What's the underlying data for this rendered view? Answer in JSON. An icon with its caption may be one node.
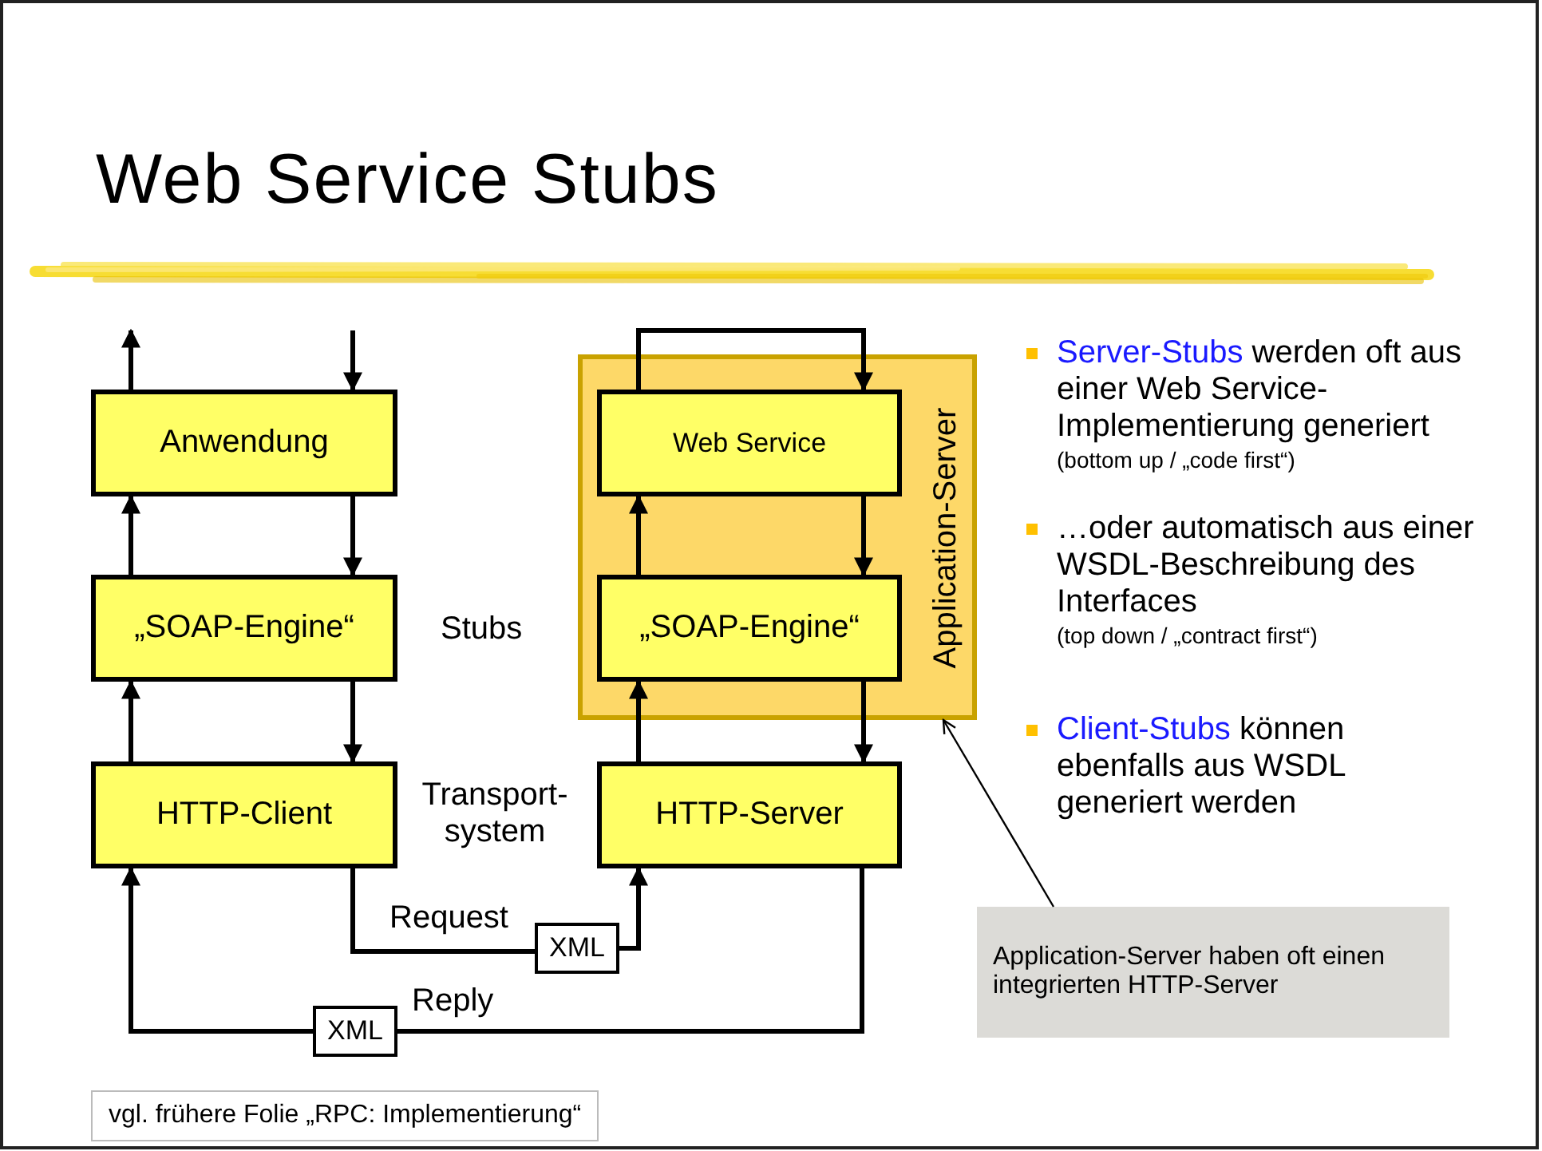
{
  "diagram": {
    "title": "Web Service Stubs",
    "nodes": [
      {
        "text": [
          "Anwendung"
        ]
      },
      {
        "text": [
          "„SOAP-Engine“"
        ]
      },
      {
        "text": [
          "HTTP-Client"
        ]
      },
      {
        "text": [
          "Application-Server"
        ]
      },
      {
        "text": [
          "Web Service"
        ],
        "in": 3
      },
      {
        "text": [
          "„SOAP-Engine“"
        ],
        "in": 3
      },
      {
        "text": [
          "HTTP-Server"
        ]
      },
      {
        "text": [
          "XML"
        ]
      },
      {
        "text": [
          "XML"
        ]
      },
      {
        "text": [
          "Application-Server haben oft einen integrierten HTTP-Server"
        ]
      }
    ],
    "edges": [
      {
        "from": 0,
        "to": null,
        "arrow": "to"
      },
      {
        "from": null,
        "to": 0,
        "arrow": "to"
      },
      {
        "from": 1,
        "to": 0,
        "arrow": "to"
      },
      {
        "from": 0,
        "to": 1,
        "arrow": "to"
      },
      {
        "from": 2,
        "to": 1,
        "arrow": "to"
      },
      {
        "from": 1,
        "to": 2,
        "arrow": "to"
      },
      {
        "from": 4,
        "to": 4,
        "arrow": "to"
      },
      {
        "from": 5,
        "to": 4,
        "arrow": "to"
      },
      {
        "from": 4,
        "to": 5,
        "arrow": "to"
      },
      {
        "from": 6,
        "to": 5,
        "arrow": "to"
      },
      {
        "from": 5,
        "to": 6,
        "arrow": "to"
      },
      {
        "from": 2,
        "to": 7,
        "arrow": "none",
        "label": "Request"
      },
      {
        "from": 7,
        "to": 6,
        "arrow": "to"
      },
      {
        "from": 6,
        "to": 8,
        "arrow": "none",
        "label": "Reply"
      },
      {
        "from": 8,
        "to": 2,
        "arrow": "to"
      },
      {
        "from": 9,
        "to": 3,
        "arrow": "to"
      }
    ],
    "labels": [
      "Stubs",
      "Transport-system",
      "Server-Stubs",
      "werden oft aus einer Web Service-Implementierung generiert",
      "(bottom up / „code first“)",
      "…oder automatisch aus einer WSDL-Beschreibung des Interfaces",
      "(top down / „contract first“)",
      "Client-Stubs",
      "können ebenfalls aus WSDL generiert werden",
      "vgl. frühere Folie „RPC: Implementierung“"
    ]
  }
}
